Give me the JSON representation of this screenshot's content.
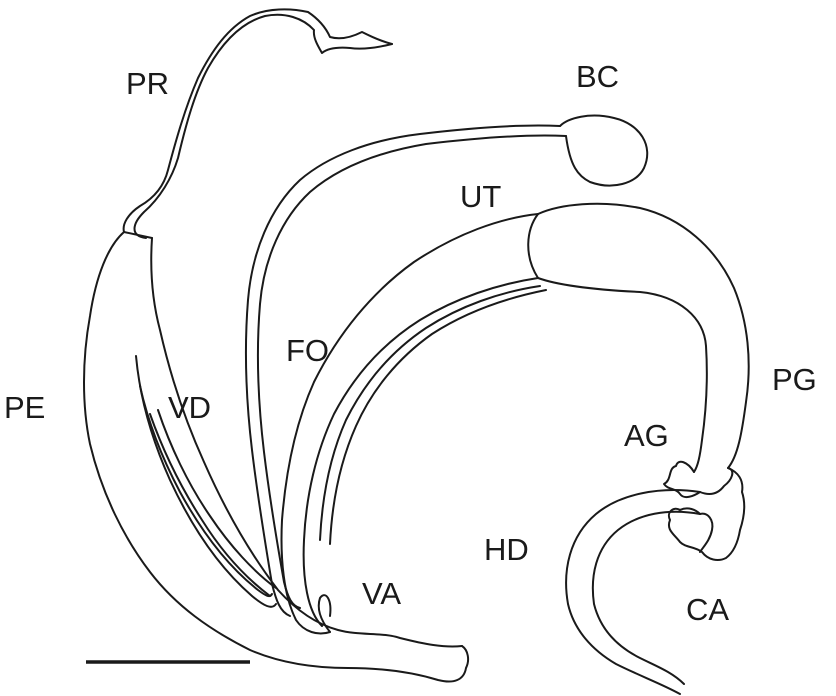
{
  "labels": {
    "pr": "PR",
    "bc": "BC",
    "ut": "UT",
    "fo": "FO",
    "pe": "PE",
    "vd": "VD",
    "pg": "PG",
    "ag": "AG",
    "hd": "HD",
    "va": "VA",
    "ca": "CA"
  },
  "colors": {
    "ink": "#1a1a1a",
    "background": "#ffffff"
  }
}
